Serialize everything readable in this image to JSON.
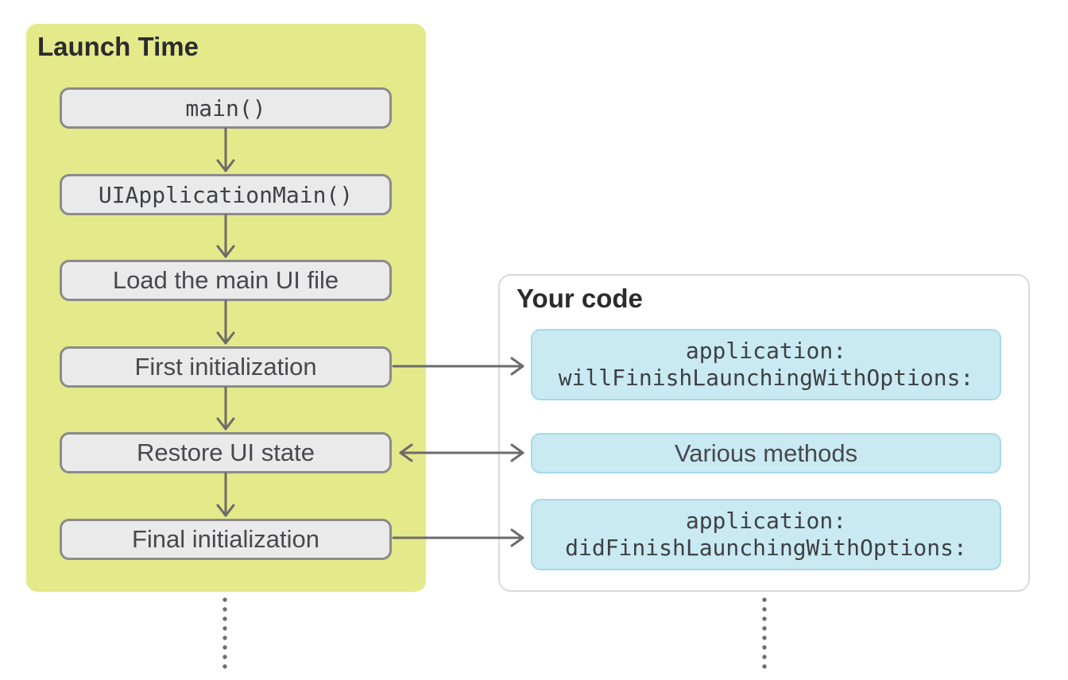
{
  "launch_time_panel": {
    "title": "Launch Time",
    "steps": [
      {
        "label": "main()"
      },
      {
        "label": "UIApplicationMain()"
      },
      {
        "label": "Load the main UI file"
      },
      {
        "label": "First initialization"
      },
      {
        "label": "Restore UI state"
      },
      {
        "label": "Final initialization"
      }
    ]
  },
  "your_code_panel": {
    "title": "Your code",
    "methods": [
      {
        "line1": "application:",
        "line2": "willFinishLaunchingWithOptions:"
      },
      {
        "line1": "Various methods",
        "line2": ""
      },
      {
        "line1": "application:",
        "line2": "didFinishLaunchingWithOptions:"
      }
    ]
  },
  "connections": [
    {
      "from": "First initialization",
      "to": "application:willFinishLaunchingWithOptions:",
      "direction": "right"
    },
    {
      "from": "Restore UI state",
      "to": "Various methods",
      "direction": "both"
    },
    {
      "from": "Final initialization",
      "to": "application:didFinishLaunchingWithOptions:",
      "direction": "right"
    }
  ],
  "colors": {
    "launch_panel_fill": "#E4E98A",
    "step_box_fill": "#EAEAEA",
    "step_box_border": "#8B8B8B",
    "code_panel_border": "#D9D9D9",
    "method_box_fill": "#C9EAF2",
    "method_box_border": "#A6DAE9",
    "arrow": "#6B6B6B",
    "dotted_line": "#6E6E6E",
    "title_text": "#2B2B2D",
    "label_text": "#49494D",
    "code_text": "#3E4044"
  }
}
